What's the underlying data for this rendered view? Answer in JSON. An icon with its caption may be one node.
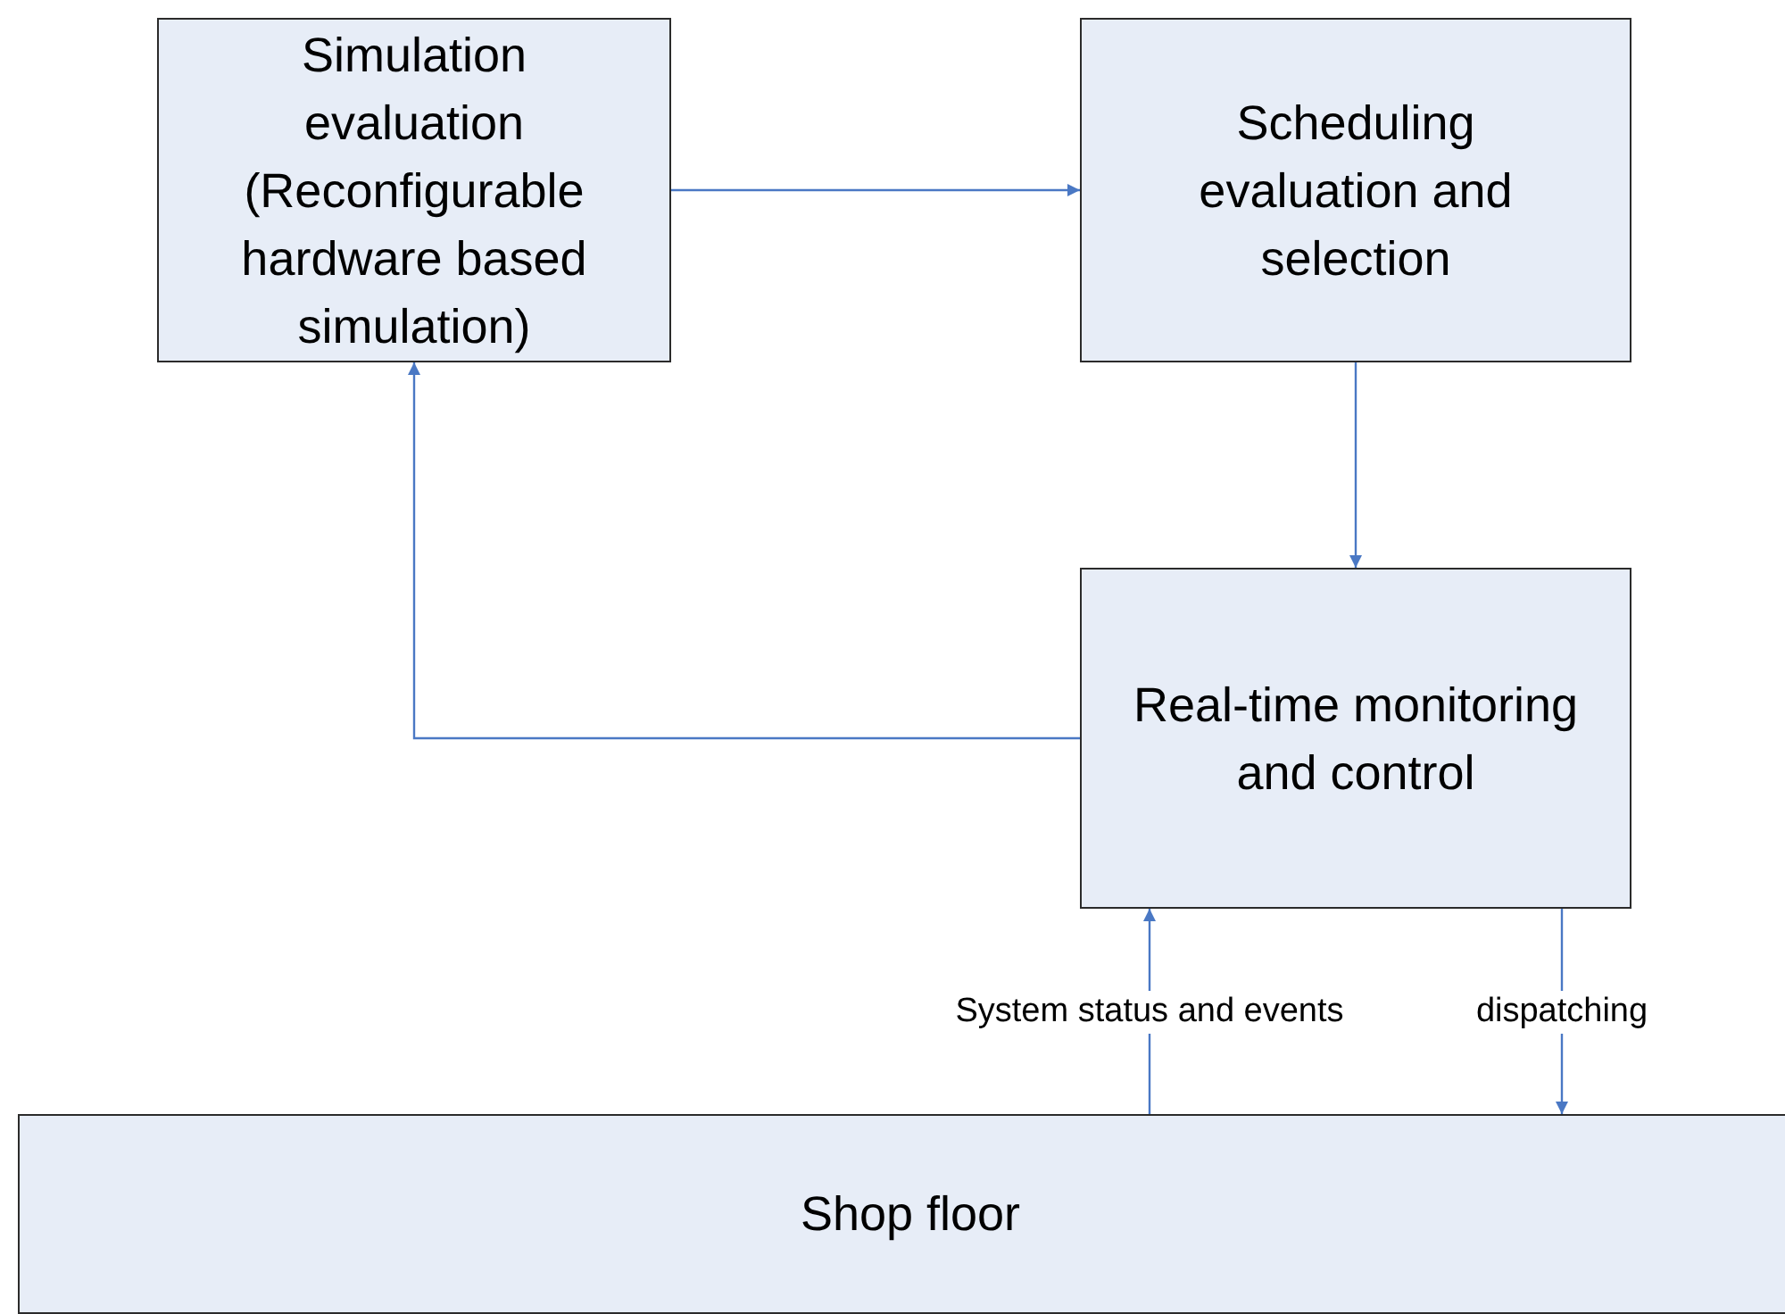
{
  "diagram": {
    "nodes": [
      {
        "text": [
          "Simulation evaluation (Reconfigurable hardware based simulation)"
        ]
      },
      {
        "text": [
          "Scheduling evaluation and selection"
        ]
      },
      {
        "text": [
          "Real-time monitoring and control"
        ]
      },
      {
        "text": [
          "Shop floor"
        ]
      }
    ],
    "edges": [
      {
        "from": 0,
        "to": 1,
        "arrow": "to"
      },
      {
        "from": 1,
        "to": 2,
        "arrow": "to"
      },
      {
        "from": 2,
        "to": 0,
        "arrow": "to"
      },
      {
        "from": 3,
        "to": 2,
        "arrow": "to",
        "label": "System status and events"
      },
      {
        "from": 2,
        "to": 3,
        "arrow": "to",
        "label": "dispatching"
      }
    ]
  }
}
